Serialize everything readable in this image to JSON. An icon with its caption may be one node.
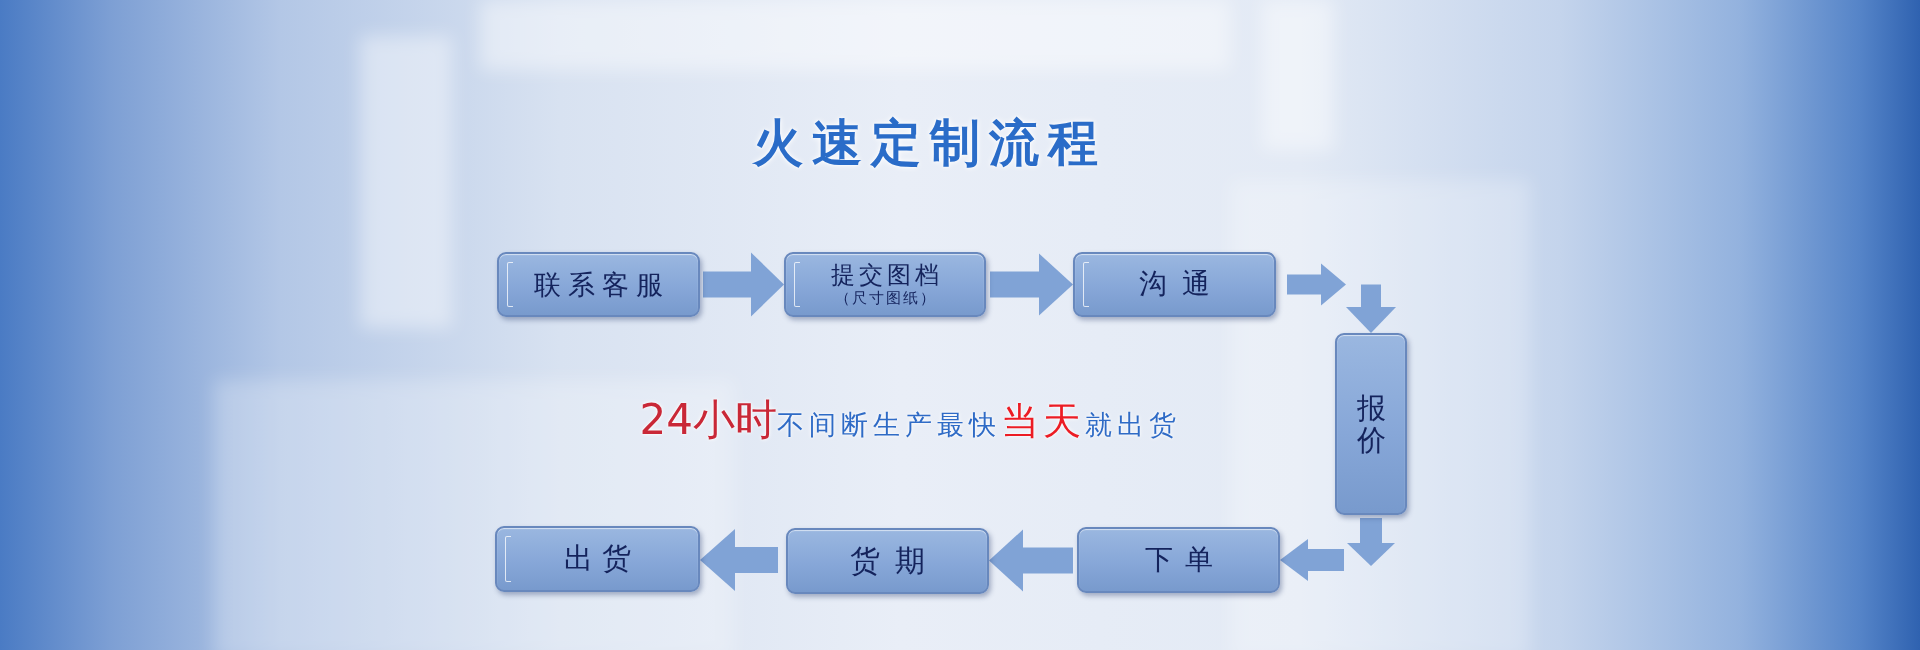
{
  "diagram": {
    "title": "火速定制流程",
    "nodes": [
      {
        "text": [
          "联系客服"
        ]
      },
      {
        "text": [
          "提交图档",
          "（尺寸图纸）"
        ]
      },
      {
        "text": [
          "沟通"
        ]
      },
      {
        "text": [
          "报价"
        ]
      },
      {
        "text": [
          "下单"
        ]
      },
      {
        "text": [
          "货期"
        ]
      },
      {
        "text": [
          "出货"
        ]
      }
    ],
    "edges": [
      {
        "from": 0,
        "to": 1,
        "arrow": "to"
      },
      {
        "from": 1,
        "to": 2,
        "arrow": "to"
      },
      {
        "from": 2,
        "to": 3,
        "arrow": "to"
      },
      {
        "from": 3,
        "to": 4,
        "arrow": "to"
      },
      {
        "from": 4,
        "to": 5,
        "arrow": "to"
      },
      {
        "from": 5,
        "to": 6,
        "arrow": "to"
      }
    ],
    "labels": [
      "**24小时**不间断生产最快**当天**就出货"
    ]
  }
}
